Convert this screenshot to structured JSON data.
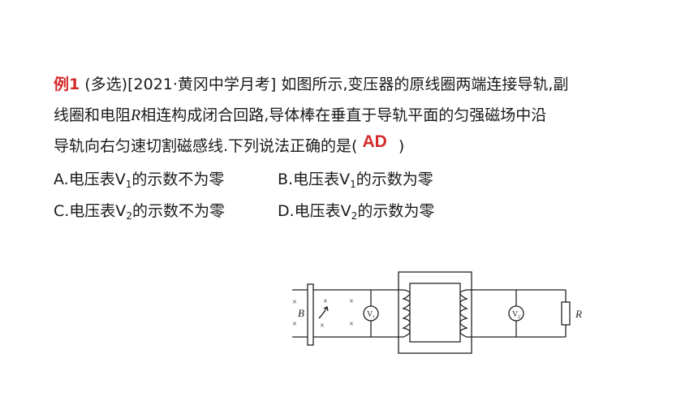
{
  "question": {
    "label": "例1",
    "line1": " (多选)[2021·黄冈中学月考] 如图所示,变压器的原线圈两端连接导轨,副",
    "line2_a": "线圈和电阻",
    "line2_r": "R",
    "line2_b": "相连构成闭合回路,导体棒在垂直于导轨平面的匀强磁场中沿",
    "line3": "导轨向右匀速切割磁感线.下列说法正确的是(",
    "answer": "AD",
    "close_paren": ")"
  },
  "options": [
    {
      "pre": "A.电压表V",
      "sub": "1",
      "post": "的示数不为零"
    },
    {
      "pre": "B.电压表V",
      "sub": "1",
      "post": "的示数为零"
    },
    {
      "pre": "C.电压表V",
      "sub": "2",
      "post": "的示数不为零"
    },
    {
      "pre": "D.电压表V",
      "sub": "2",
      "post": "的示数为零"
    }
  ],
  "circuit": {
    "field_label": "B",
    "resistor_label": "R",
    "voltmeter1_label": "V",
    "voltmeter1_sub": "1",
    "voltmeter2_label": "V",
    "voltmeter2_sub": "2",
    "field_mark": "×"
  }
}
